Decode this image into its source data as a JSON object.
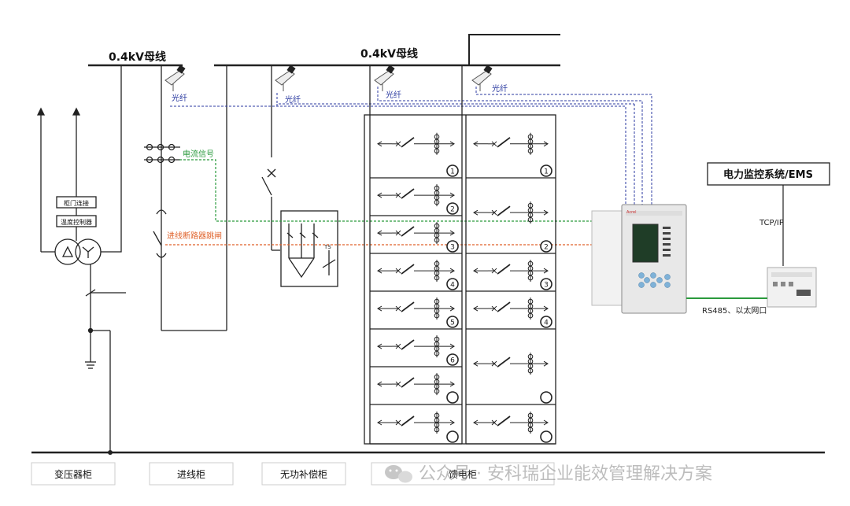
{
  "busbars": {
    "left_label": "0.4kV母线",
    "right_label": "0.4kV母线"
  },
  "fiber_labels": [
    "光纤",
    "光纤",
    "光纤",
    "光纤"
  ],
  "signals": {
    "current": "电流信号",
    "trip": "进线断路器跳闸"
  },
  "transformer": {
    "door_label": "柜门连接",
    "temp_label": "温度控制器"
  },
  "capacitor": {
    "rated": "TS"
  },
  "feeder_left_numbers": [
    "1",
    "2",
    "3",
    "4",
    "5",
    "6",
    "",
    ""
  ],
  "feeder_right_numbers": [
    "1",
    "",
    "2",
    "3",
    "4",
    "",
    ""
  ],
  "ems": {
    "title": "电力监控系统/EMS",
    "protocol": "TCP/IP",
    "link_label": "RS485、以太网口"
  },
  "device": {
    "brand": "Acrel"
  },
  "cabinets": [
    "变压器柜",
    "进线柜",
    "无功补偿柜",
    "馈电柜"
  ],
  "watermark": "公众号 · 安科瑞企业能效管理解决方案",
  "colors": {
    "line": "#222222",
    "fiber": "#2b3aa0",
    "current_signal": "#2a9a3c",
    "trip_signal": "#e0622a",
    "rs485": "#2a9a3c",
    "label_blue": "#2b3aa0"
  }
}
